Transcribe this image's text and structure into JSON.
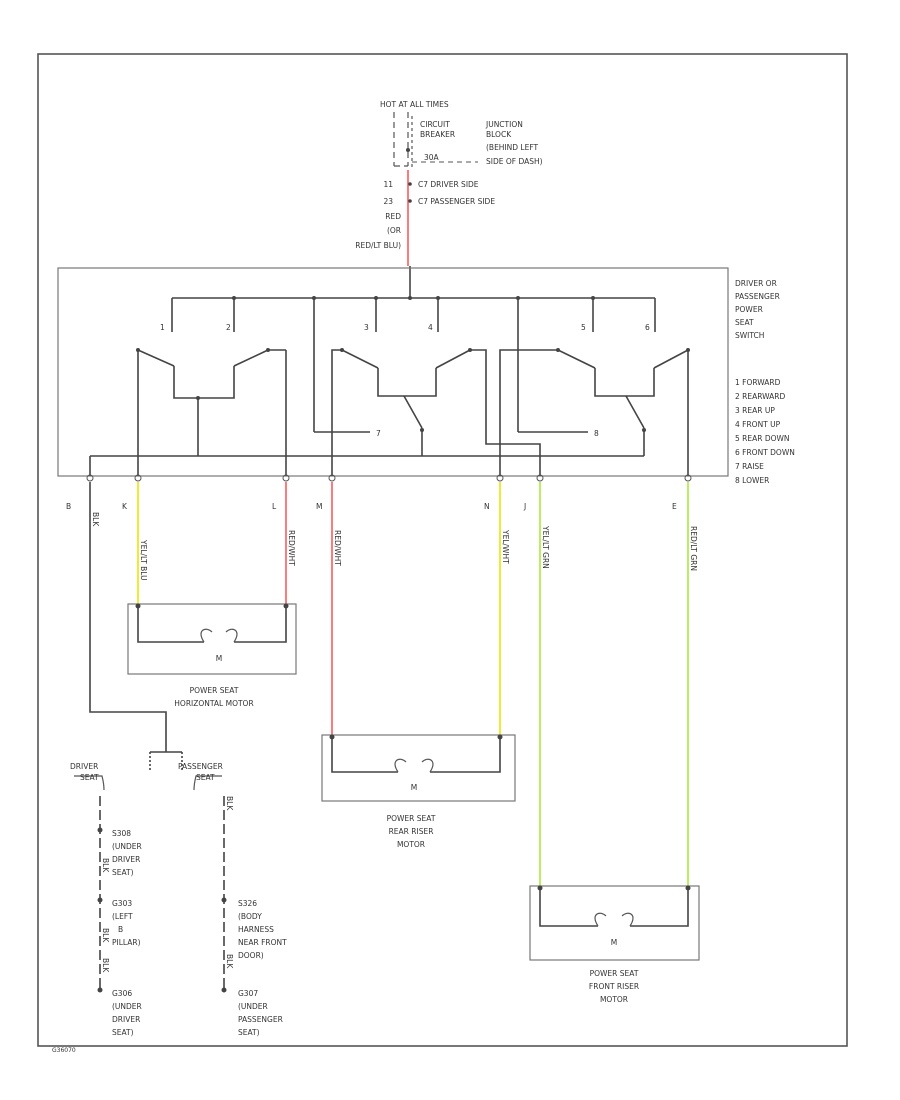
{
  "diagram": {
    "top": {
      "hot": "HOT AT ALL TIMES",
      "circuit_breaker": [
        "CIRCUIT",
        "BREAKER"
      ],
      "amp": "30A",
      "junction": [
        "JUNCTION",
        "BLOCK",
        "(BEHIND LEFT",
        "SIDE OF DASH)"
      ],
      "fuse_driver": [
        "11",
        "C7 DRIVER SIDE"
      ],
      "fuse_passenger": [
        "23",
        "C7 PASSENGER SIDE"
      ],
      "wire_labels": [
        "RED",
        "(OR",
        "RED/LT BLU)"
      ]
    },
    "switch": {
      "title": [
        "DRIVER OR",
        "PASSENGER",
        "POWER",
        "SEAT",
        "SWITCH"
      ],
      "legend": [
        "1 FORWARD",
        "2 REARWARD",
        "3 REAR UP",
        "4 FRONT UP",
        "5 REAR DOWN",
        "6 FRONT DOWN",
        "7 RAISE",
        "8 LOWER"
      ],
      "contact_labels": [
        "1",
        "2",
        "3",
        "4",
        "5",
        "6",
        "7",
        "8"
      ]
    },
    "pins": [
      "B",
      "K",
      "L",
      "M",
      "N",
      "J",
      "E"
    ],
    "wires": {
      "ground": "BLK",
      "horizontal_a": "YEL/LT BLU",
      "horizontal_b": "RED/WHT",
      "rear_a": "RED/WHT",
      "rear_b": "YEL/WHT",
      "front_a": "YEL/LT GRN",
      "front_b": "RED/LT GRN"
    },
    "colors": {
      "red": "#ff5a5a",
      "yellow": "#e8e800",
      "green": "#aaea3c",
      "black": "#444444"
    },
    "motor_symbol": "M",
    "motors": {
      "horizontal": [
        "POWER SEAT",
        "HORIZONTAL MOTOR"
      ],
      "rear": [
        "POWER SEAT",
        "REAR RISER",
        "MOTOR"
      ],
      "front": [
        "POWER SEAT",
        "FRONT RISER",
        "MOTOR"
      ]
    },
    "ground_split": {
      "driver": [
        "DRIVER",
        "SEAT"
      ],
      "passenger": [
        "PASSENGER",
        "SEAT"
      ],
      "blk_labels": [
        "BLK",
        "BLK",
        "BLK",
        "BLK",
        "BLK"
      ]
    },
    "grounds_driver": [
      [
        "S308",
        "(UNDER",
        "DRIVER",
        "SEAT)"
      ],
      [
        "G303",
        "(LEFT",
        "B",
        "PILLAR)"
      ],
      [
        "G306",
        "(UNDER",
        "DRIVER",
        "SEAT)"
      ]
    ],
    "grounds_passenger": [
      [
        "S326",
        "(BODY",
        "HARNESS",
        "NEAR FRONT",
        "DOOR)"
      ],
      [
        "G307",
        "(UNDER",
        "PASSENGER",
        "SEAT)"
      ]
    ],
    "figure_id": "G36070"
  }
}
